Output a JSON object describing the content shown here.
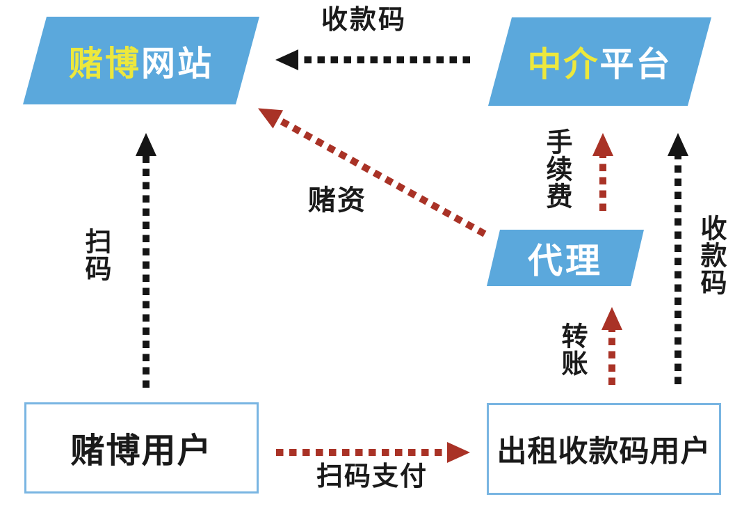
{
  "diagram": {
    "title_hint": "gambling-payment-code-flow",
    "colors": {
      "node_fill_blue": "#5BA8DC",
      "rect_border_blue": "#79B5E2",
      "highlight_yellow": "#EDE83C",
      "arrow_black": "#151515",
      "arrow_red": "#A93226",
      "text_black": "#1a1a1a",
      "text_white": "#ffffff"
    },
    "nodes": {
      "gambling_site": {
        "highlight": "赌博",
        "rest": "网站"
      },
      "intermediary_platform": {
        "highlight": "中介",
        "rest": "平台"
      },
      "agent": {
        "label": "代理"
      },
      "gambling_user": {
        "label": "赌博用户"
      },
      "qr_code_renter": {
        "label": "出租收款码用户"
      }
    },
    "edge_labels": {
      "payment_code_top": "收款码",
      "scan_code": "扫码",
      "gambling_funds": "赌资",
      "commission_fee": "手续费",
      "payment_code_right": "收款码",
      "transfer": "转账",
      "scan_to_pay": "扫码支付"
    }
  }
}
